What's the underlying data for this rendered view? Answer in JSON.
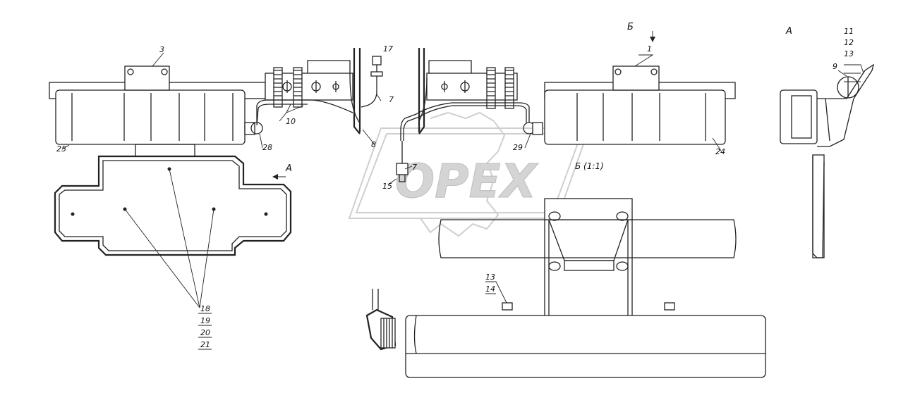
{
  "watermark": {
    "text": "OPEX"
  },
  "labels": {
    "p1": "1",
    "p3": "3",
    "p7a": "7",
    "p7b": "7",
    "p8": "8",
    "p9": "9",
    "p10": "10",
    "p11": "11",
    "p12": "12",
    "p13a": "13",
    "p13b": "13",
    "p14": "14",
    "p15": "15",
    "p17": "17",
    "p18": "18",
    "p19": "19",
    "p20": "20",
    "p21": "21",
    "p24": "24",
    "p25": "25",
    "p28": "28",
    "p29": "29"
  },
  "views": {
    "arrow_a": "А",
    "view_a": "А",
    "arrow_b": "Б",
    "section_b": "Б (1:1)"
  }
}
